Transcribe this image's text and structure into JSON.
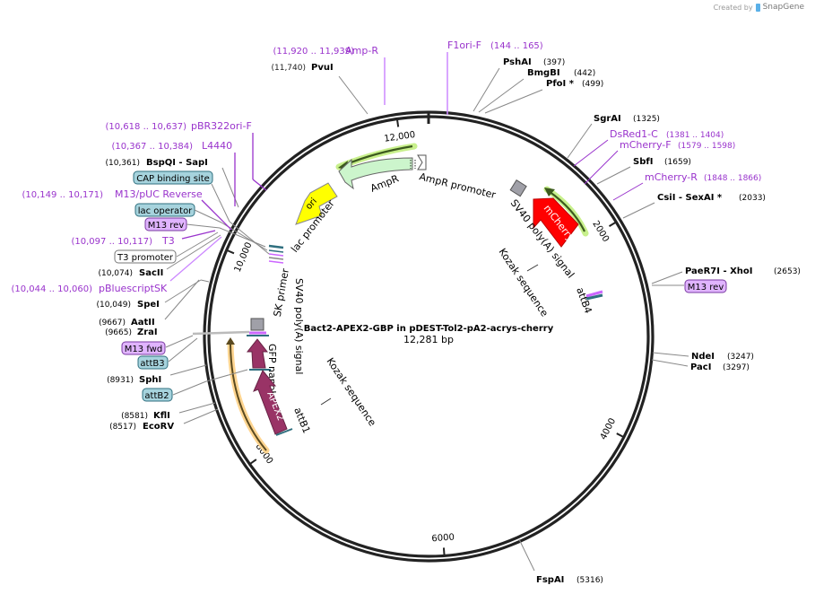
{
  "credit": {
    "prefix": "Created by",
    "brand": "SnapGene"
  },
  "plasmid": {
    "name": "Bact2-APEX2-GBP in pDEST-Tol2-pA2-acrys-cherry",
    "length_label": "12,281 bp",
    "length": 12281
  },
  "ticks": [
    {
      "pos": 2000,
      "label": "2000"
    },
    {
      "pos": 4000,
      "label": "4000"
    },
    {
      "pos": 6000,
      "label": "6000"
    },
    {
      "pos": 8000,
      "label": "8000"
    },
    {
      "pos": 10000,
      "label": "10,000"
    },
    {
      "pos": 12000,
      "label": "12,000"
    }
  ],
  "enzymes": [
    {
      "name": "PvuI",
      "pos": "(11,740)",
      "side": "left",
      "p": 11740
    },
    {
      "name": "PshAI",
      "pos": "(397)",
      "side": "right",
      "p": 397
    },
    {
      "name": "BmgBI",
      "pos": "(442)",
      "side": "right",
      "p": 442
    },
    {
      "name": "PfoI *",
      "pos": "(499)",
      "side": "right",
      "p": 499
    },
    {
      "name": "SgrAI",
      "pos": "(1325)",
      "side": "right",
      "p": 1325
    },
    {
      "name": "SbfI",
      "pos": "(1659)",
      "side": "right",
      "p": 1659
    },
    {
      "name": "CsiI  - SexAI *",
      "pos": "(2033)",
      "side": "right",
      "p": 2033
    },
    {
      "name": "PaeR7I  - XhoI",
      "pos": "(2653)",
      "side": "right",
      "p": 2653
    },
    {
      "name": "NdeI",
      "pos": "(3247)",
      "side": "right",
      "p": 3247
    },
    {
      "name": "PacI",
      "pos": "(3297)",
      "side": "right",
      "p": 3297
    },
    {
      "name": "FspAI",
      "pos": "(5316)",
      "side": "right",
      "p": 5316
    },
    {
      "name": "EcoRV",
      "pos": "(8517)",
      "side": "left",
      "p": 8517
    },
    {
      "name": "KflI",
      "pos": "(8581)",
      "side": "left",
      "p": 8581
    },
    {
      "name": "SphI",
      "pos": "(8931)",
      "side": "left",
      "p": 8931
    },
    {
      "name": "ZraI",
      "pos": "(9665)",
      "side": "left",
      "p": 9665
    },
    {
      "name": "AatII",
      "pos": "(9667)",
      "side": "left",
      "p": 9667
    },
    {
      "name": "SpeI",
      "pos": "(10,049)",
      "side": "left",
      "p": 10049
    },
    {
      "name": "SacII",
      "pos": "(10,074)",
      "side": "left",
      "p": 10074
    },
    {
      "name": "BspQI  - SapI",
      "pos": "(10,361)",
      "side": "left",
      "p": 10361
    }
  ],
  "primers": [
    {
      "name": "Amp-R",
      "range": "(11,920 .. 11,939)",
      "side": "left",
      "p": 11930
    },
    {
      "name": "F1ori-F",
      "range": "(144 .. 165)",
      "side": "right",
      "p": 155
    },
    {
      "name": "DsRed1-C",
      "range": "(1381 .. 1404)",
      "side": "right",
      "p": 1392
    },
    {
      "name": "mCherry-F",
      "range": "(1579 .. 1598)",
      "side": "right",
      "p": 1588
    },
    {
      "name": "mCherry-R",
      "range": "(1848 .. 1866)",
      "side": "right",
      "p": 1857
    },
    {
      "name": "pBR322ori-F",
      "range": "(10,618 .. 10,637)",
      "side": "left",
      "p": 10627
    },
    {
      "name": "L4440",
      "range": "(10,367 .. 10,384)",
      "side": "left",
      "p": 10375
    },
    {
      "name": "M13/pUC Reverse",
      "range": "(10,149 .. 10,171)",
      "side": "left",
      "p": 10160
    },
    {
      "name": "T3",
      "range": "(10,097 .. 10,117)",
      "side": "left",
      "p": 10107
    },
    {
      "name": "pBluescriptSK",
      "range": "(10,044 .. 10,060)",
      "side": "left",
      "p": 10052
    }
  ],
  "boxed_labels": [
    {
      "name": "CAP binding site",
      "style": "teal",
      "side": "left"
    },
    {
      "name": "lac operator",
      "style": "teal",
      "side": "left"
    },
    {
      "name": "M13 rev",
      "style": "violet",
      "side": "left"
    },
    {
      "name": "T3 promoter",
      "style": "white",
      "side": "left"
    },
    {
      "name": "M13 fwd",
      "style": "violet",
      "side": "left"
    },
    {
      "name": "attB3",
      "style": "teal",
      "side": "left"
    },
    {
      "name": "attB2",
      "style": "teal",
      "side": "left"
    },
    {
      "name": "M13 rev",
      "style": "violet",
      "side": "right"
    }
  ],
  "features": [
    {
      "name": "AmpR",
      "type": "arrow",
      "color": "#ccf5cc"
    },
    {
      "name": "AmpR promoter",
      "type": "arrow",
      "color": "#ffffff"
    },
    {
      "name": "ori",
      "type": "arrow",
      "color": "#ffff00"
    },
    {
      "name": "lac promoter",
      "type": "label"
    },
    {
      "name": "mCherry",
      "type": "arrow",
      "color": "#ff0000"
    },
    {
      "name": "SV40 poly(A) signal",
      "type": "box",
      "color": "#a0a0a8"
    },
    {
      "name": "Kozak sequence",
      "type": "label"
    },
    {
      "name": "attB4",
      "type": "label"
    },
    {
      "name": "SK primer",
      "type": "label"
    },
    {
      "name": "SV40 poly(A) signal",
      "type": "box",
      "color": "#a0a0a8"
    },
    {
      "name": "GFP nanobody",
      "type": "arrow",
      "color": "#993366"
    },
    {
      "name": "APEX2",
      "type": "arrow",
      "color": "#993366"
    },
    {
      "name": "attB1",
      "type": "label"
    },
    {
      "name": "Kozak sequence",
      "type": "label"
    }
  ],
  "colors": {
    "primer": "#9933cc",
    "teal_box": "#a6d3dd",
    "violet_box": "#e0b4ff",
    "backbone": "#222222"
  }
}
